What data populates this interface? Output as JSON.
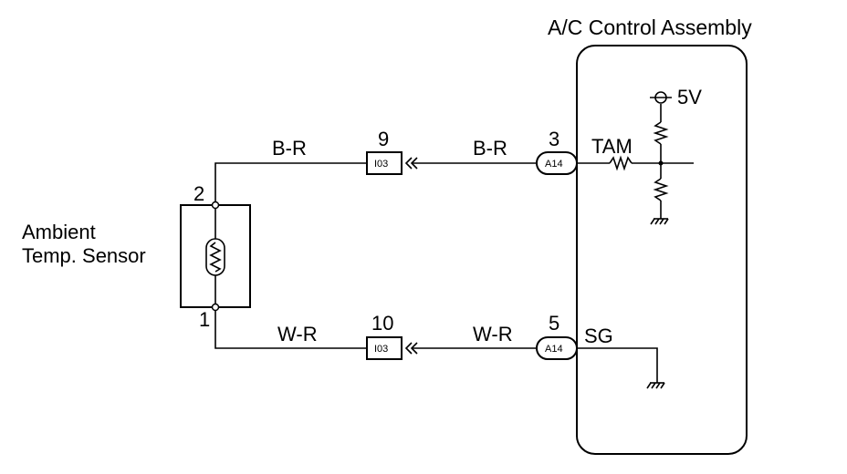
{
  "control_assembly": {
    "title": "A/C Control Assembly",
    "connector": "A14",
    "pins": [
      {
        "number": "3",
        "signal": "TAM"
      },
      {
        "number": "5",
        "signal": "SG"
      }
    ],
    "supply": "5V"
  },
  "sensor": {
    "label_line1": "Ambient",
    "label_line2": "Temp. Sensor",
    "pin_top": "2",
    "pin_bottom": "1"
  },
  "junction": {
    "connector": "I03",
    "pin_top": "9",
    "pin_bottom": "10"
  },
  "wires": {
    "top_left": "B-R",
    "top_right": "B-R",
    "bottom_left": "W-R",
    "bottom_right": "W-R"
  }
}
